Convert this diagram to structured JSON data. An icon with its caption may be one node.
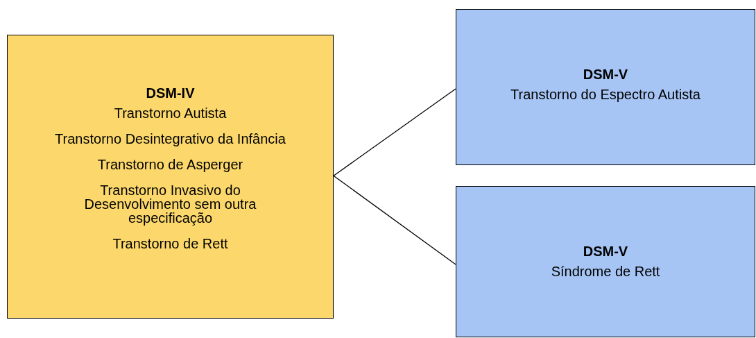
{
  "diagram": {
    "nodes": [
      {
        "text": [
          "DSM-IV",
          "Transtorno Autista",
          "Transtorno Desintegrativo da Infância",
          "Transtorno de Asperger",
          "Transtorno Invasivo do Desenvolvimento sem outra especificação",
          "Transtorno de Rett"
        ]
      },
      {
        "text": [
          "DSM-V",
          "Transtorno do Espectro Autista"
        ]
      },
      {
        "text": [
          "DSM-V",
          "Síndrome de Rett"
        ]
      }
    ],
    "edges": [
      {
        "from": 0,
        "to": 1,
        "arrow": "none"
      },
      {
        "from": 0,
        "to": 2,
        "arrow": "none"
      }
    ]
  }
}
